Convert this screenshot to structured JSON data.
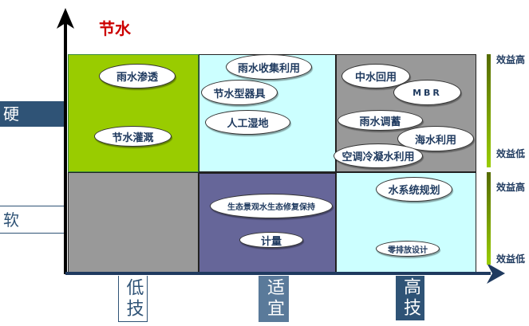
{
  "title": "节水",
  "y_labels": {
    "hard": "硬",
    "soft": "软"
  },
  "x_labels": {
    "low": "低技",
    "appropriate": "适宜",
    "high": "高技"
  },
  "benefit": {
    "high": "效益高",
    "low": "效益低"
  },
  "cells": {
    "hard_low": [
      "雨水渗透",
      "节水灌溉"
    ],
    "hard_mid": [
      "雨水收集利用",
      "节水型器具",
      "人工湿地"
    ],
    "hard_high": [
      "中水回用",
      "MBR",
      "雨水调蓄",
      "海水利用",
      "空调冷凝水利用"
    ],
    "soft_mid": [
      "生态景观水生态修复保持",
      "计量"
    ],
    "soft_high": [
      "水系统规划",
      "零排放设计"
    ]
  },
  "colors": {
    "green": "#99cc00",
    "cyan": "#ccffff",
    "gray": "#999999",
    "purple": "#666699",
    "navy": "#2f5376",
    "red": "#cc0000"
  }
}
